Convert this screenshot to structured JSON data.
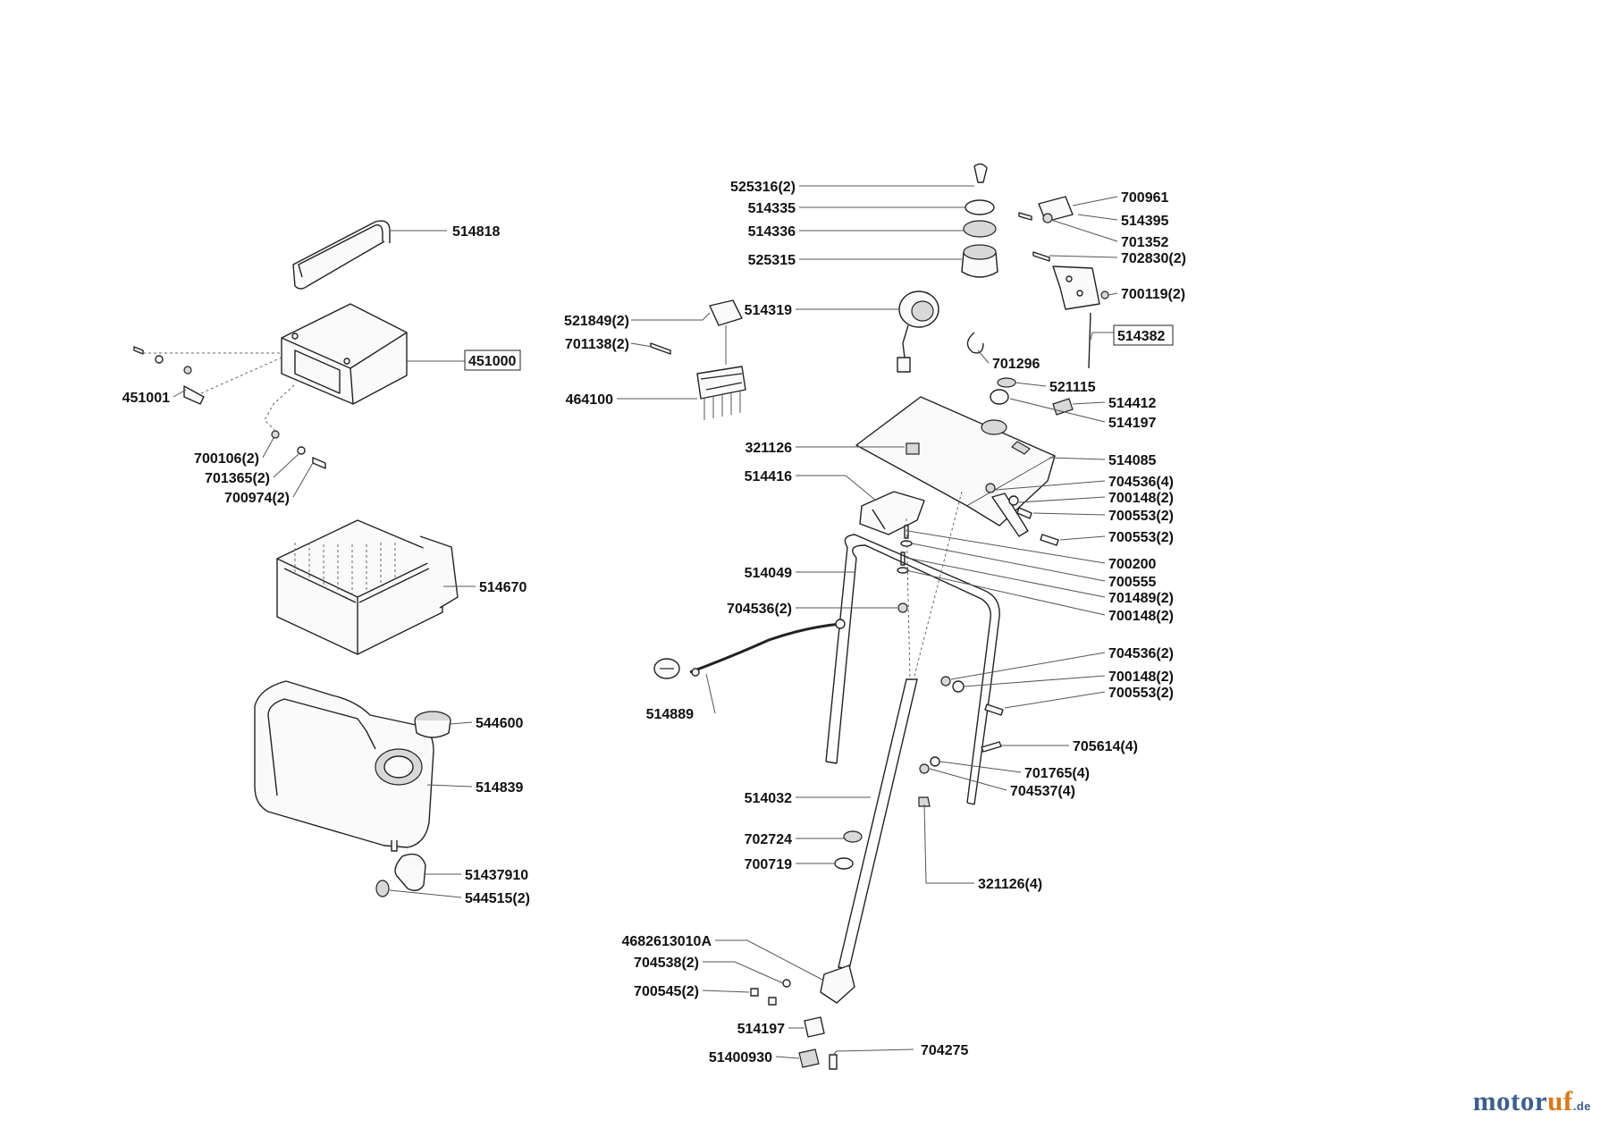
{
  "brand": {
    "logo_part1": "motor",
    "logo_part2": "uf",
    "logo_domain": ".de"
  },
  "part_labels": [
    "525316(2)",
    "514335",
    "514336",
    "525315",
    "700961",
    "514395",
    "701352",
    "702830(2)",
    "700119(2)",
    "514382",
    "514818",
    "521849(2)",
    "701138(2)",
    "464100",
    "514319",
    "701296",
    "451000",
    "451001",
    "700106(2)",
    "701365(2)",
    "700974(2)",
    "521115",
    "514412",
    "514197",
    "321126",
    "514085",
    "514416",
    "704536(4)",
    "700148(2)",
    "700553(2)",
    "700553(2)",
    "514049",
    "700200",
    "700555",
    "701489(2)",
    "700148(2)",
    "704536(2)",
    "514670",
    "514889",
    "704536(2)",
    "700148(2)",
    "700553(2)",
    "705614(4)",
    "701765(4)",
    "704537(4)",
    "544600",
    "514839",
    "514032",
    "702724",
    "700719",
    "321126(4)",
    "51437910",
    "544515(2)",
    "4682613010A",
    "704538(2)",
    "700545(2)",
    "514197",
    "51400930",
    "704275"
  ]
}
